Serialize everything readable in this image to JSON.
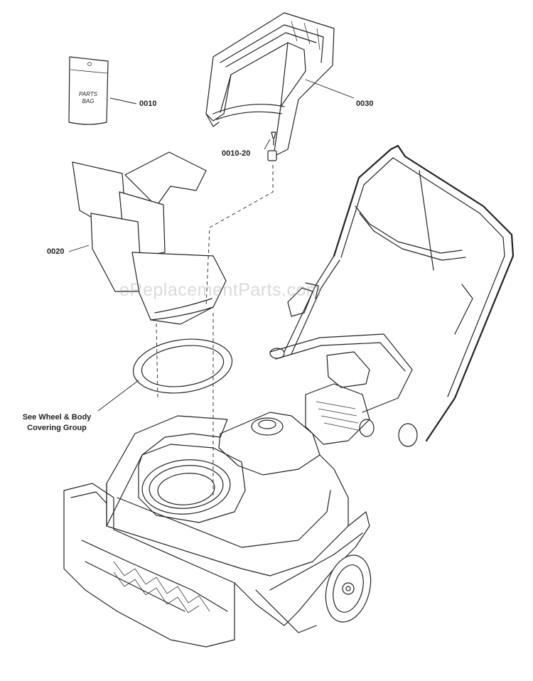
{
  "diagram": {
    "parts": [
      {
        "id": "0010",
        "label": "0010",
        "description_lines": [
          "PARTS",
          "BAG"
        ]
      },
      {
        "id": "0030",
        "label": "0030"
      },
      {
        "id": "0010-20",
        "label": "0010-20"
      },
      {
        "id": "0020",
        "label": "0020"
      }
    ],
    "note_lines": [
      "See Wheel & Body",
      "Covering Group"
    ],
    "watermark": "eReplacementParts.com"
  }
}
